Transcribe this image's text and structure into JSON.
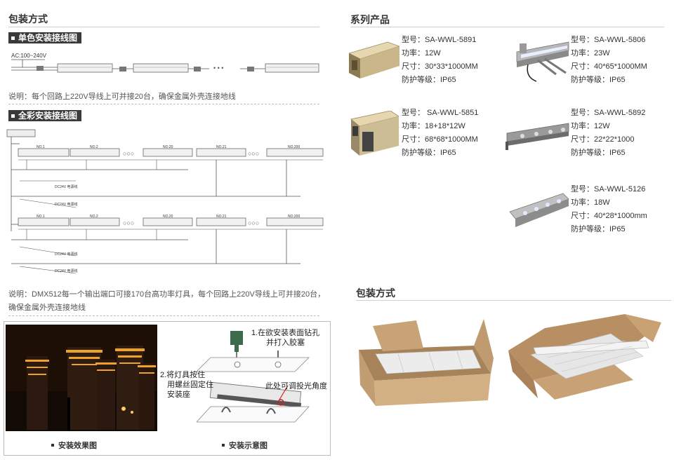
{
  "left": {
    "title": "包装方式",
    "single": {
      "tag": "单色安装接线图",
      "ac_label": "AC:100~240V",
      "dots": "• • •",
      "note": "说明：每个回路上220V导线上可并接20台，确保金属外壳连接地线"
    },
    "full": {
      "tag": "全彩安装接线图",
      "units": [
        "NO.1",
        "NO.2",
        "NO.20",
        "NO.21",
        "NO.200"
      ],
      "dots": "○○○",
      "dc_label": "DC24V 电源线",
      "note1": "说明：DMX512每一个输出端口可接170台高功率灯具，每个回路上220V导线上可并接20台，",
      "note2": "确保金属外壳连接地线"
    },
    "install": {
      "caption_effect": "安装效果图",
      "caption_diagram": "安装示意图",
      "step1_l1": "1.在欲安装表面钻孔",
      "step1_l2": "并打入胶塞",
      "step2_l1": "2.将灯具按住",
      "step2_l2": "用螺丝固定住",
      "step2_l3": "安装座",
      "angle_note": "此处可调投光角度"
    }
  },
  "right": {
    "title": "系列产品",
    "packaging_title": "包装方式",
    "products": [
      {
        "model": "型号：SA-WWL-5891",
        "power": "功率：12W",
        "size": "尺寸：30*33*1000MM",
        "ip": "防护等级：IP65"
      },
      {
        "model": "型号：SA-WWL-5806",
        "power": "功率：23W",
        "size": "尺寸：40*65*1000MM",
        "ip": "防护等级：IP65"
      },
      {
        "model": "型号：  SA-WWL-5851",
        "power": "功率：18+18*12W",
        "size": "尺寸：68*68*1000MM",
        "ip": "防护等级：IP65"
      },
      {
        "model": "型号：SA-WWL-5892",
        "power": "功率：12W",
        "size": "尺寸：22*22*1000",
        "ip": "防护等级：IP65"
      },
      {
        "model": "型号：SA-WWL-5126",
        "power": "功率：18W",
        "size": "尺寸：40*28*1000mm",
        "ip": "防护等级：IP65"
      }
    ]
  }
}
